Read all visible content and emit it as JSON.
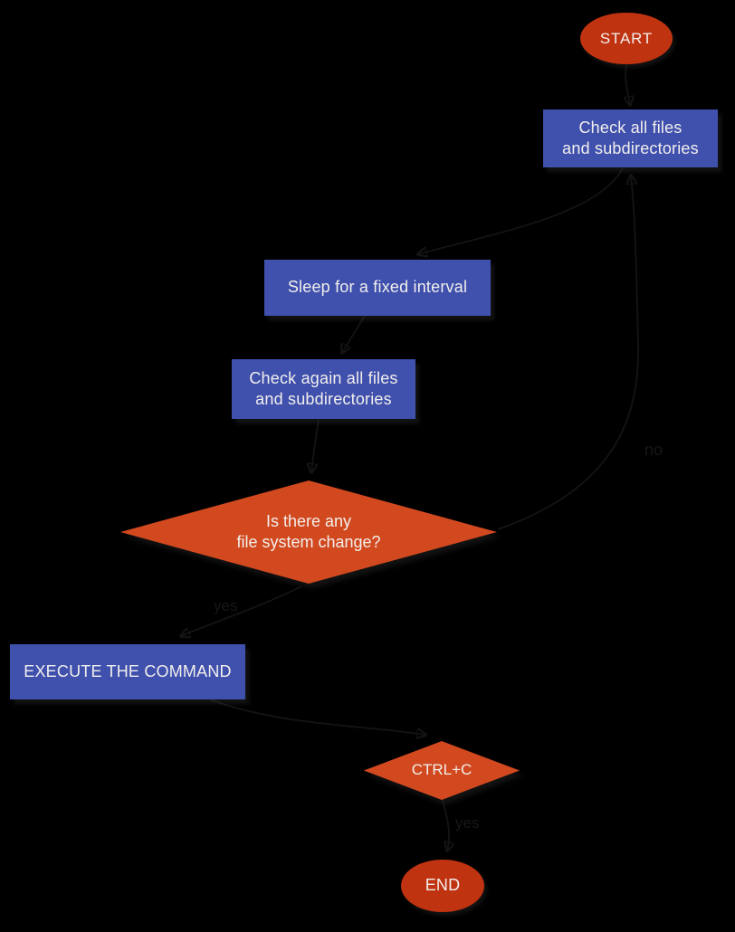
{
  "colors": {
    "bg": "#000000",
    "terminal": "#c03310",
    "process": "#3f50ad",
    "decision": "#d2491f",
    "node-text": "#f2efec",
    "edge": "#141414",
    "edge-head": "#202020",
    "edge-label": "#171717"
  },
  "nodes": {
    "start": {
      "label": "START"
    },
    "check_all": {
      "line1": "Check all files",
      "line2": "and subdirectories"
    },
    "sleep": {
      "line1": "Sleep for a fixed interval"
    },
    "check_again": {
      "line1": "Check again all files",
      "line2": "and subdirectories"
    },
    "decision": {
      "line1": "Is there any",
      "line2": "file system change?"
    },
    "execute": {
      "label": "EXECUTE THE COMMAND"
    },
    "ctrlc": {
      "label": "CTRL+C"
    },
    "end": {
      "label": "END"
    }
  },
  "edge_labels": {
    "decision_yes": "yes",
    "decision_no": "no",
    "ctrlc_yes": "yes"
  }
}
